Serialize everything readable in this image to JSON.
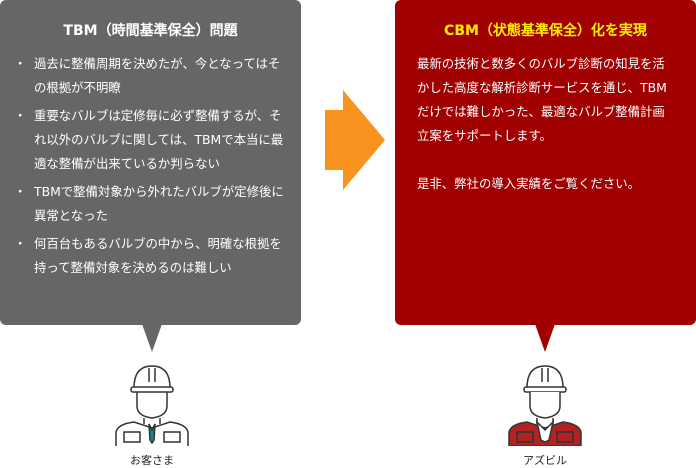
{
  "left": {
    "title": "TBM（時間基準保全）問題",
    "items": [
      "過去に整備周期を決めたが、今となってはその根拠が不明瞭",
      "重要なバルブは定修毎に必ず整備するが、それ以外のバルブに関しては、TBMで本当に最適な整備が出来ているか判らない",
      "TBMで整備対象から外れたバルブが定修後に異常となった",
      "何百台もあるバルブの中から、明確な根拠を持って整備対象を決めるのは難しい"
    ],
    "person": "お客さま"
  },
  "right": {
    "title": "CBM（状態基準保全）化を実現",
    "paragraphs": [
      "最新の技術と数多くのバルブ診断の知見を活かした高度な解析診断サービスを通じ、TBMだけでは難しかった、最適なバルブ整備計画立案をサポートします。",
      "是非、弊社の導入実績をご覧ください。"
    ],
    "person": "アズビル"
  },
  "colors": {
    "left_box": "#666666",
    "right_box": "#a10000",
    "arrow": "#f7931e",
    "right_title": "#ffee00"
  }
}
